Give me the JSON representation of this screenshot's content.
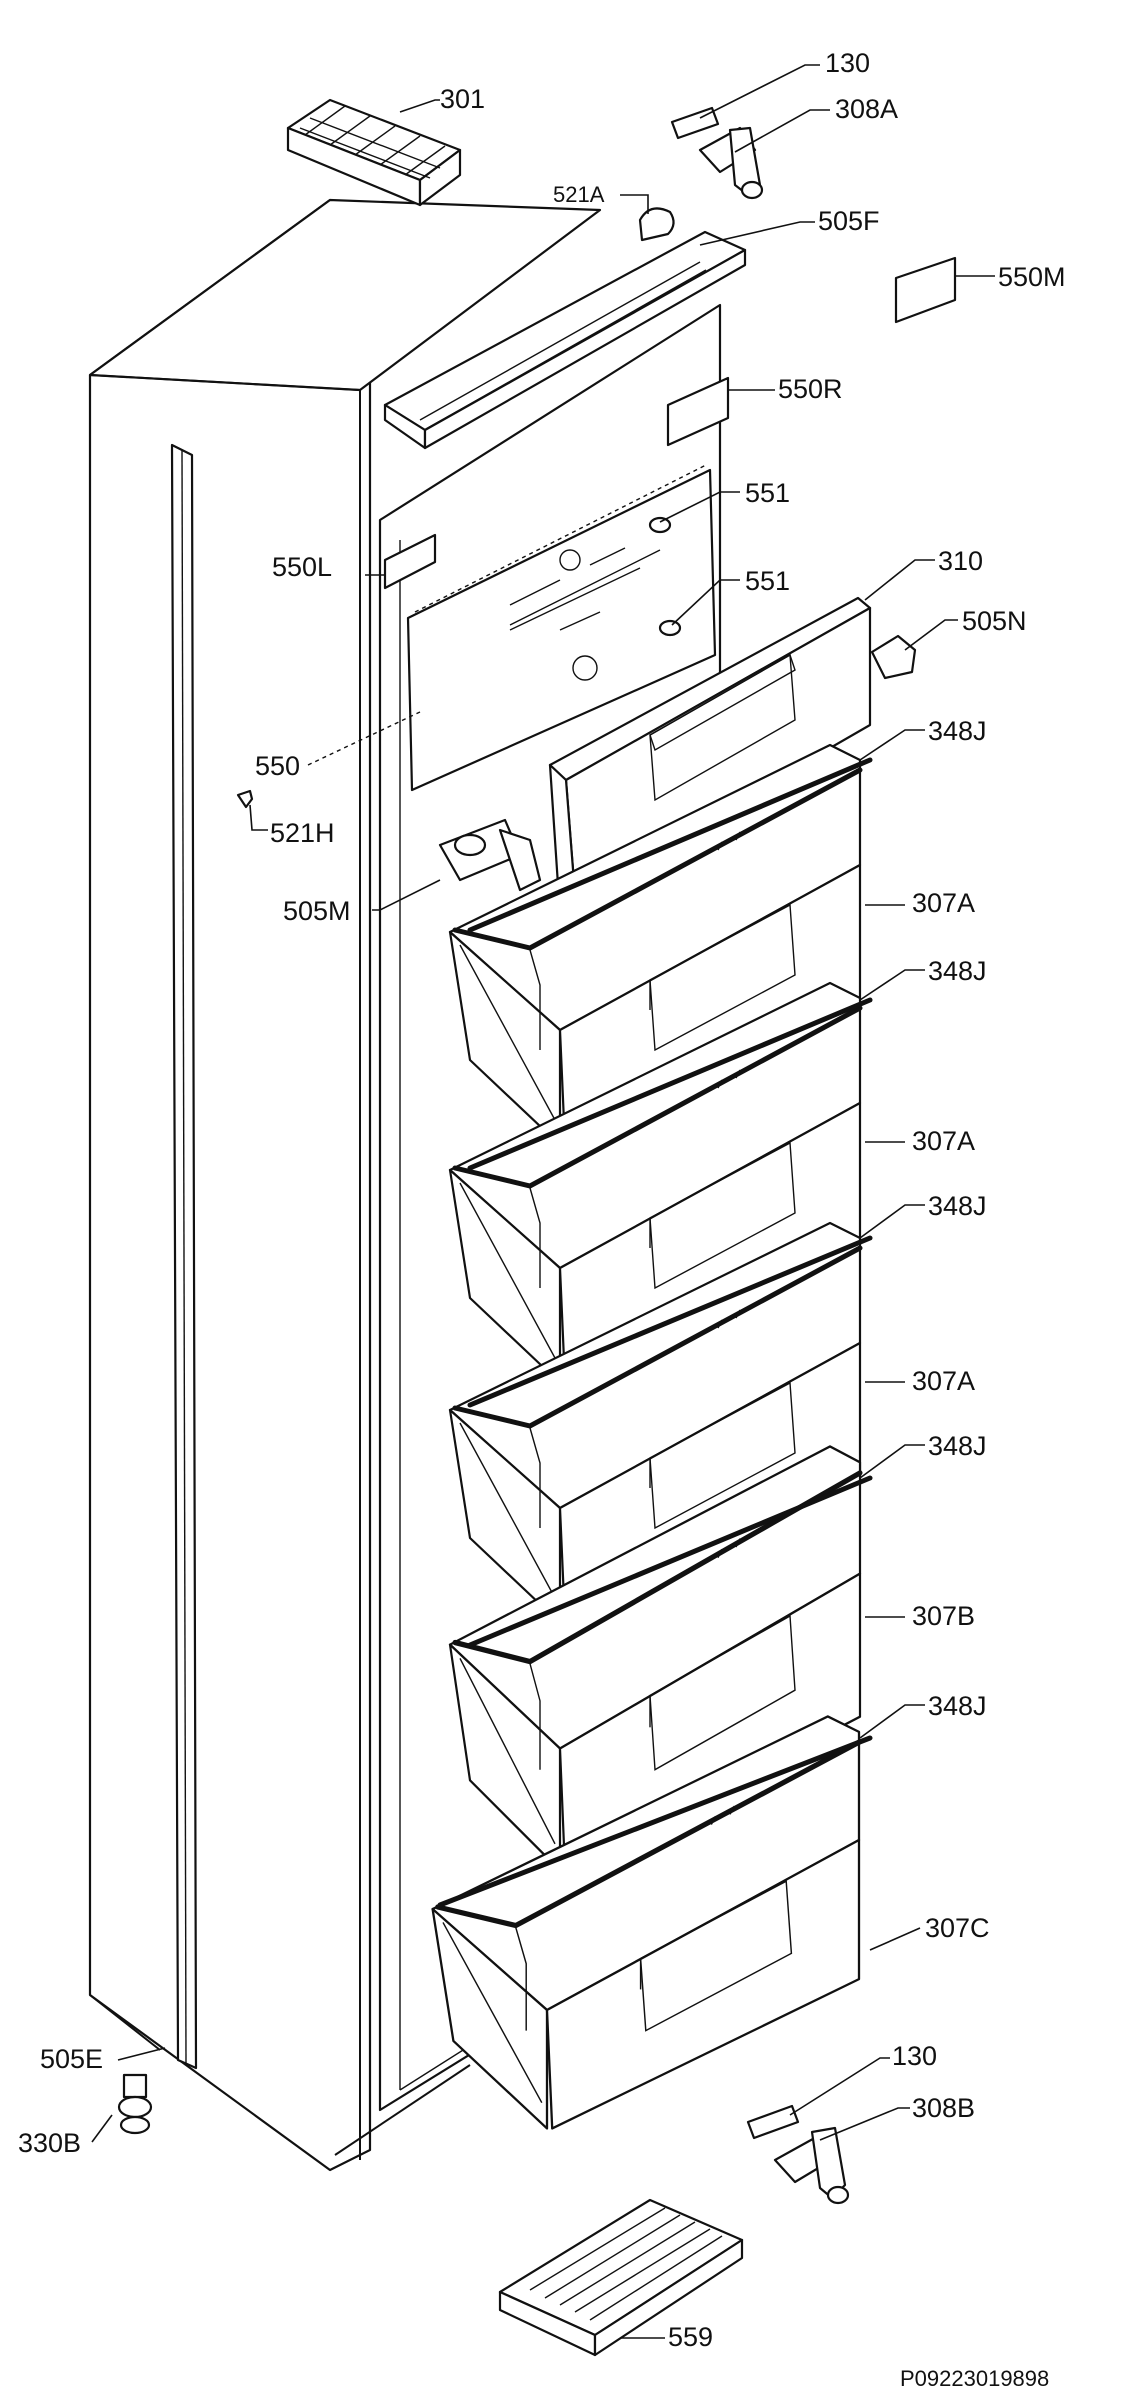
{
  "labels": {
    "l301": "301",
    "l130_top": "130",
    "l308A": "308A",
    "l521A": "521A",
    "l505F": "505F",
    "l550M": "550M",
    "l550R": "550R",
    "l551_a": "551",
    "l551_b": "551",
    "l550L": "550L",
    "l310": "310",
    "l505N": "505N",
    "l550": "550",
    "l348J_1": "348J",
    "l521H": "521H",
    "l505M": "505M",
    "l307A_1": "307A",
    "l348J_2": "348J",
    "l307A_2": "307A",
    "l348J_3": "348J",
    "l307A_3": "307A",
    "l348J_4": "348J",
    "l307B": "307B",
    "l348J_5": "348J",
    "l307C": "307C",
    "l130_bottom": "130",
    "l308B": "308B",
    "l505E": "505E",
    "l330B": "330B",
    "l559": "559"
  },
  "drawing_code": "P09223019898"
}
